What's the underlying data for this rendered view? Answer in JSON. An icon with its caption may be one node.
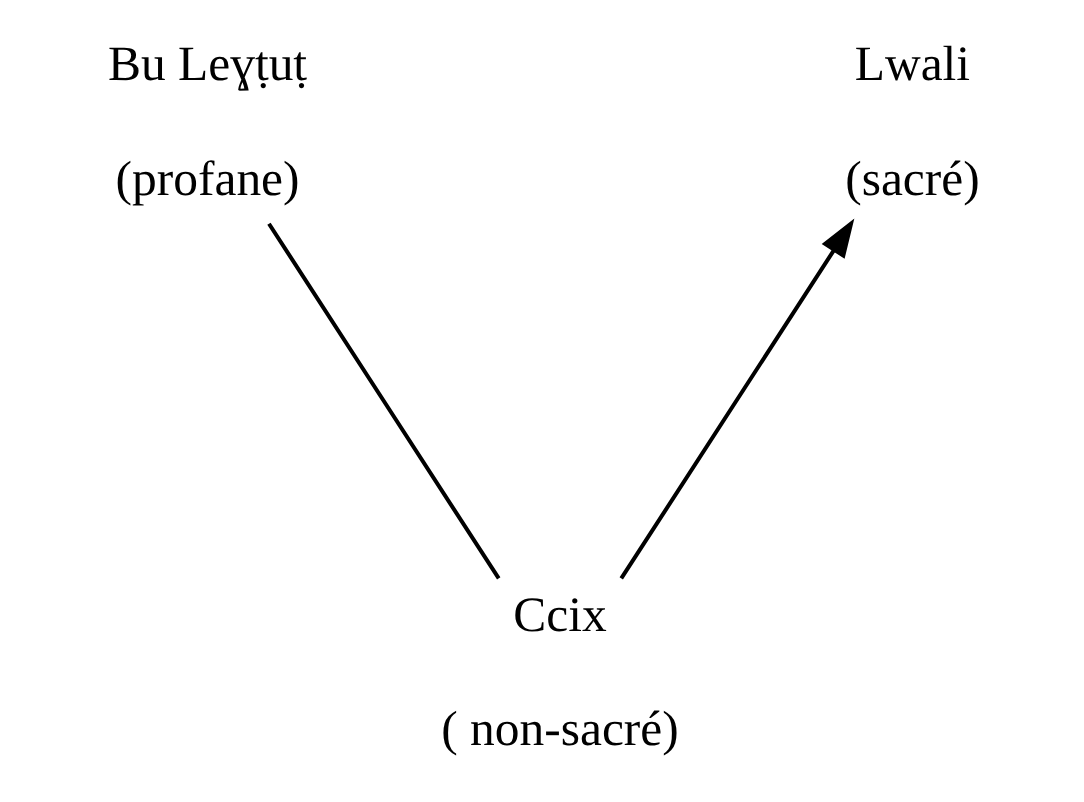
{
  "diagram": {
    "nodes": [
      {
        "text": [
          "Bu Leɣṭuṭ",
          "(profane)"
        ]
      },
      {
        "text": [
          "Lwali",
          "(sacré)"
        ]
      },
      {
        "text": [
          "Ccix",
          "( non-sacré)"
        ]
      }
    ],
    "edges": [
      {
        "from": 0,
        "to": 2,
        "arrow": "none"
      },
      {
        "from": 2,
        "to": 1,
        "arrow": "to"
      }
    ]
  }
}
